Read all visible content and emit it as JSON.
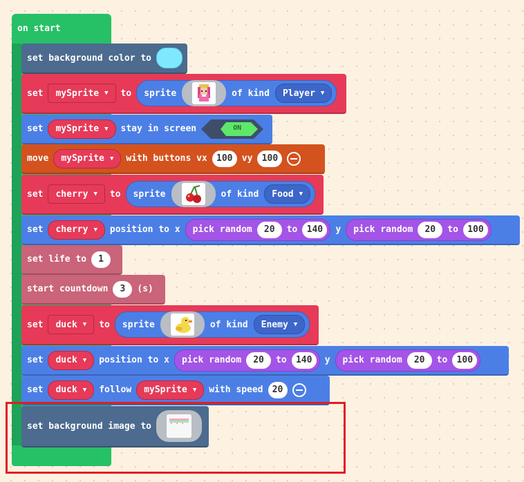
{
  "colors": {
    "events": "#26c066",
    "scene": "#4c6b8e",
    "sprites": "#e63a58",
    "sprites_blue": "#4c7fe6",
    "controller": "#d4521e",
    "info": "#c9647a",
    "math": "#a454e6",
    "background_swatch": "#7fe8ff",
    "highlight": "#e11d22"
  },
  "on_start": "on start",
  "blocks": {
    "set_bg_color": {
      "label": "set background color to",
      "color_value": "#7fe8ff"
    },
    "set_mysprite": {
      "set": "set",
      "var": "mySprite",
      "to": "to",
      "sprite": "sprite",
      "of_kind": "of kind",
      "kind": "Player",
      "icon": "princess-sprite-icon"
    },
    "stay_in_screen": {
      "set": "set",
      "var": "mySprite",
      "label": "stay in screen",
      "toggle": "ON"
    },
    "move": {
      "move": "move",
      "var": "mySprite",
      "label": "with buttons vx",
      "vx": "100",
      "vy_label": "vy",
      "vy": "100"
    },
    "set_cherry": {
      "set": "set",
      "var": "cherry",
      "to": "to",
      "sprite": "sprite",
      "of_kind": "of kind",
      "kind": "Food",
      "icon": "cherry-sprite-icon"
    },
    "cherry_position": {
      "set": "set",
      "var": "cherry",
      "label": "position to x",
      "pick1": "pick random",
      "min1": "20",
      "to1": "to",
      "max1": "140",
      "y": "y",
      "pick2": "pick random",
      "min2": "20",
      "to2": "to",
      "max2": "100"
    },
    "set_life": {
      "label": "set life to",
      "value": "1"
    },
    "countdown": {
      "label": "start countdown",
      "value": "3",
      "unit": "(s)"
    },
    "set_duck": {
      "set": "set",
      "var": "duck",
      "to": "to",
      "sprite": "sprite",
      "of_kind": "of kind",
      "kind": "Enemy",
      "icon": "duck-sprite-icon"
    },
    "duck_position": {
      "set": "set",
      "var": "duck",
      "label": "position to x",
      "pick1": "pick random",
      "min1": "20",
      "to1": "to",
      "max1": "140",
      "y": "y",
      "pick2": "pick random",
      "min2": "20",
      "to2": "to",
      "max2": "100"
    },
    "duck_follow": {
      "set": "set",
      "var": "duck",
      "follow": "follow",
      "target": "mySprite",
      "with_speed": "with speed",
      "speed": "20"
    },
    "set_bg_image": {
      "label": "set background image to",
      "icon": "background-image-thumbnail"
    }
  }
}
